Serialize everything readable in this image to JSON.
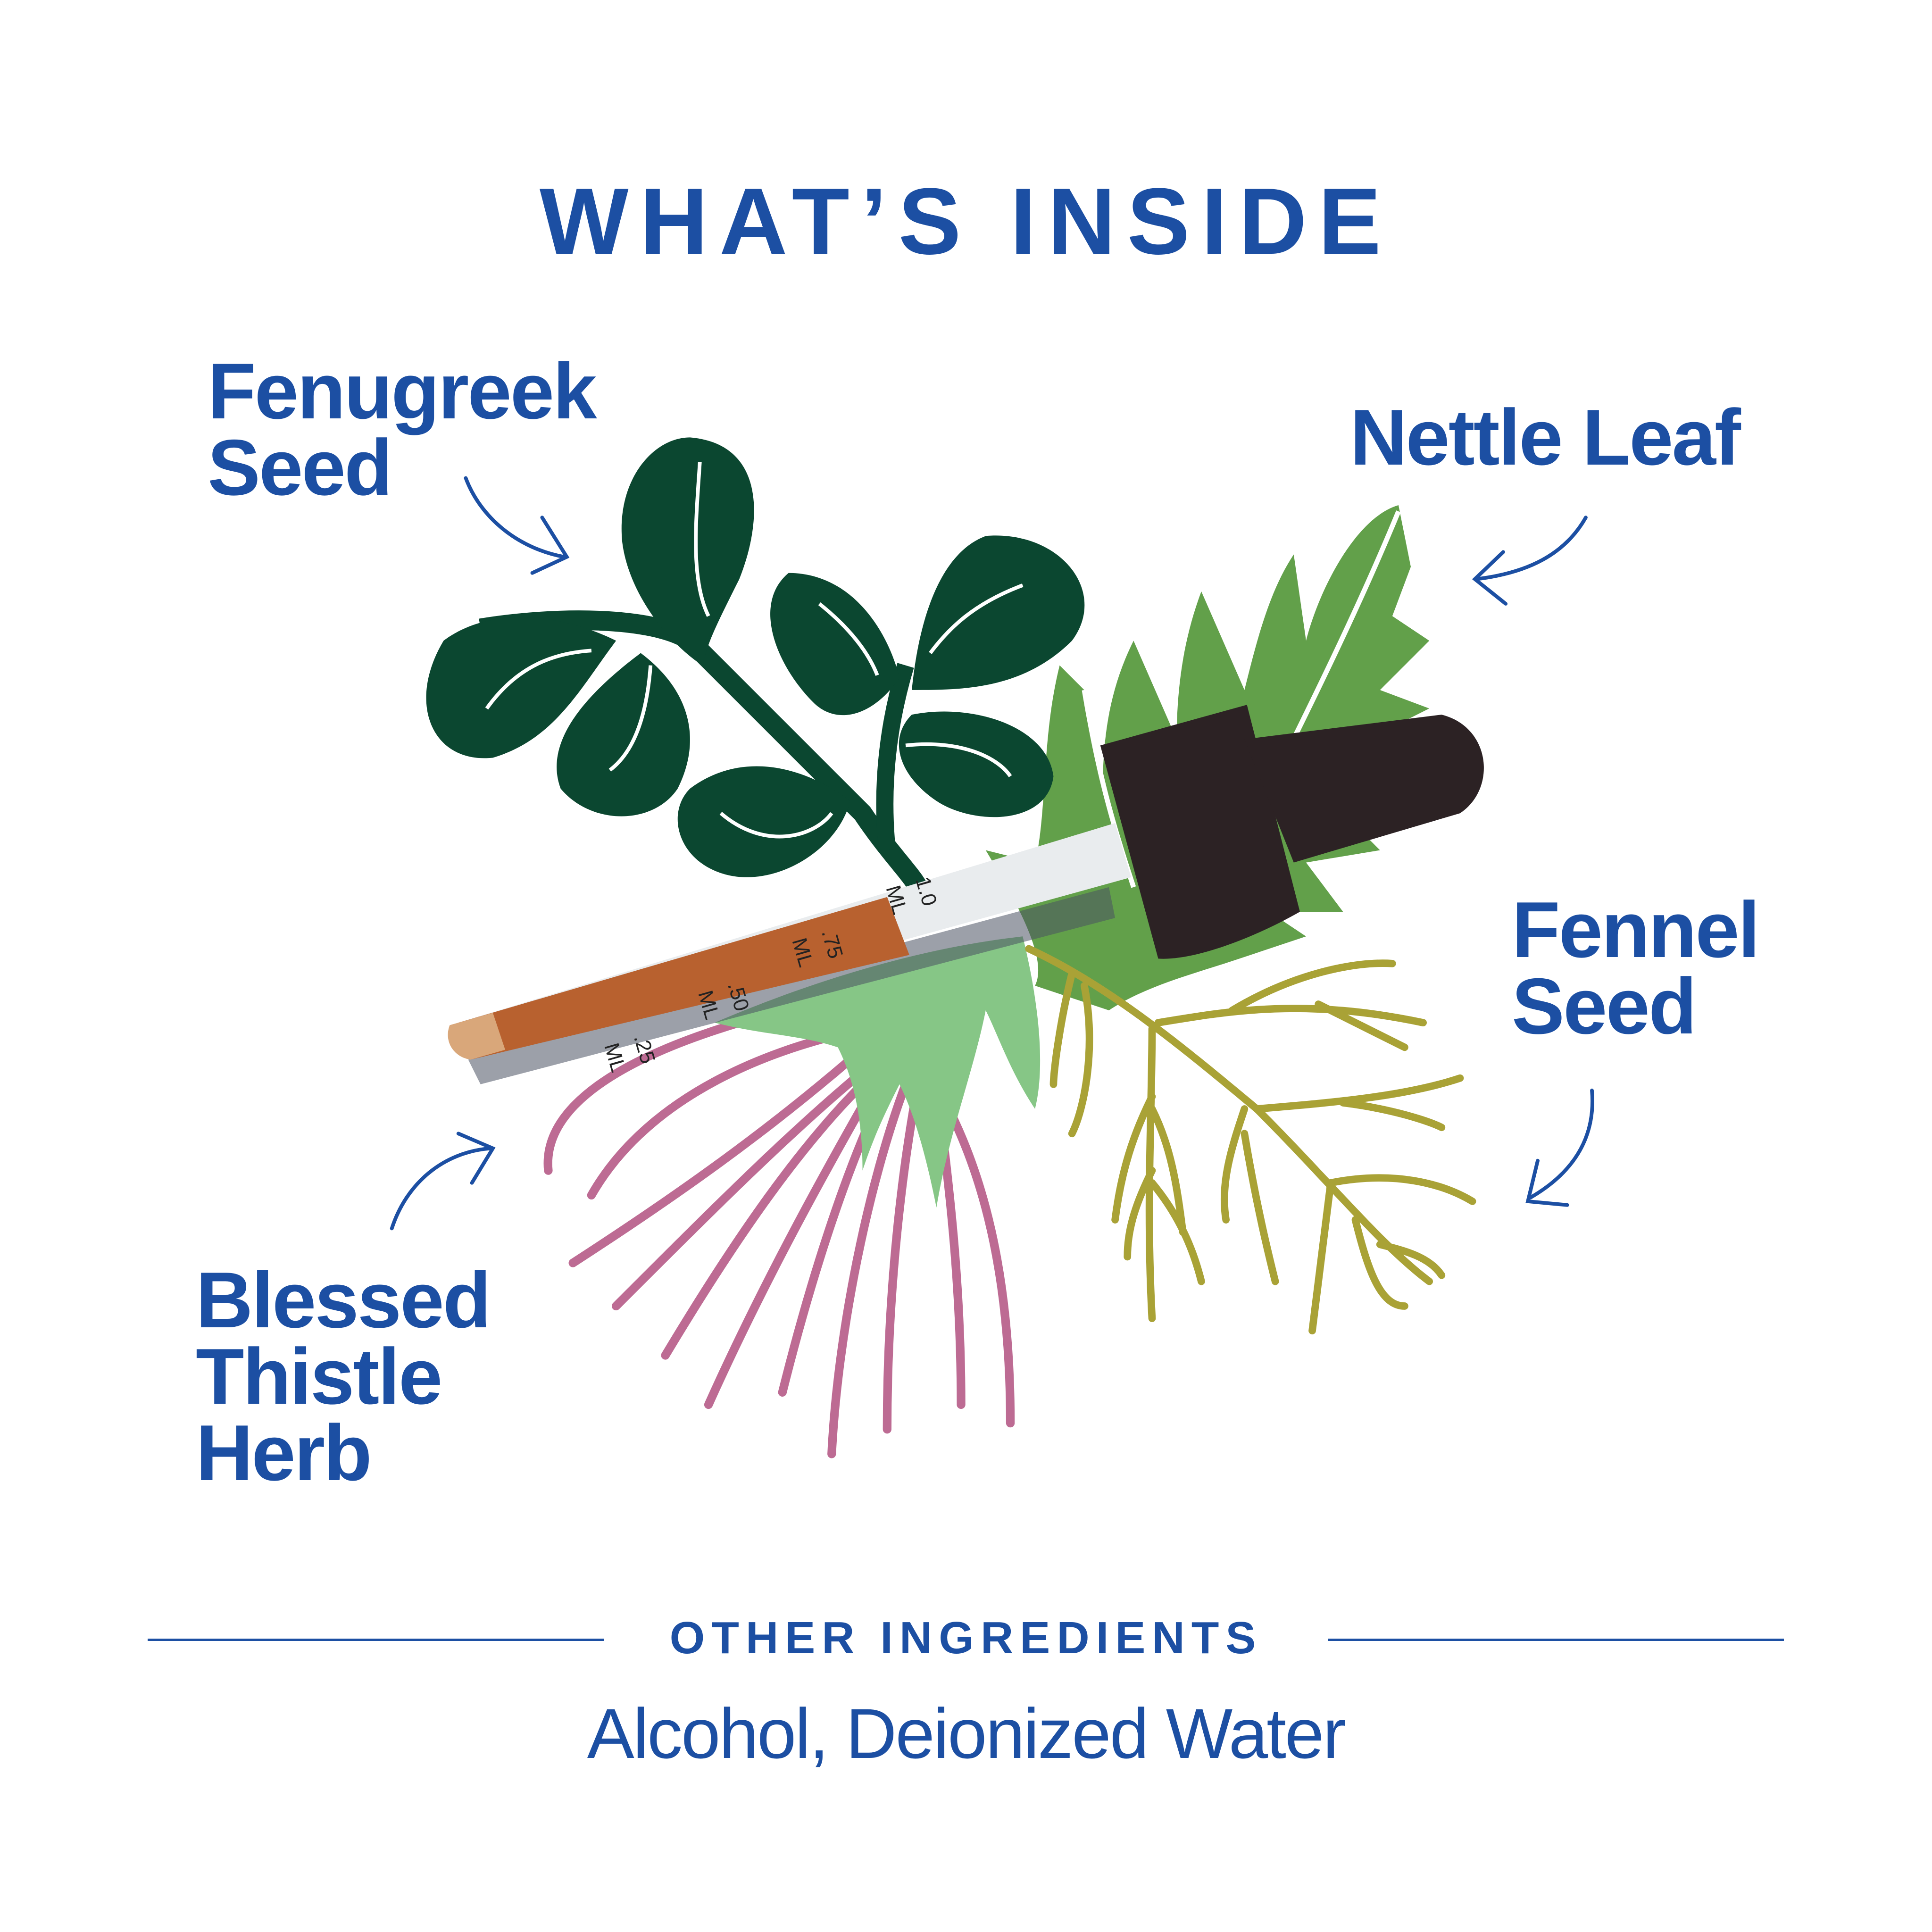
{
  "title": "WHAT’S INSIDE",
  "ingredients": [
    {
      "lines": [
        "Fenugreek",
        "Seed"
      ]
    },
    {
      "lines": [
        "Nettle Leaf"
      ]
    },
    {
      "lines": [
        "Fennel",
        "Seed"
      ]
    },
    {
      "lines": [
        "Blessed",
        "Thistle",
        "Herb"
      ]
    }
  ],
  "dropper_markings": {
    "m1": "1.0",
    "m2": ".75",
    "m3": ".50",
    "m4": ".25",
    "unit": "ML"
  },
  "other_ingredients": {
    "heading": "OTHER INGREDIENTS",
    "list": "Alcohol, Deionized Water"
  },
  "colors": {
    "text": "#1c4fa3",
    "fenugreek": "#0b4730",
    "nettle": "#62a04a",
    "light_leaf": "#86c686",
    "thistle": "#bd6b93",
    "fennel": "#a9a236"
  }
}
